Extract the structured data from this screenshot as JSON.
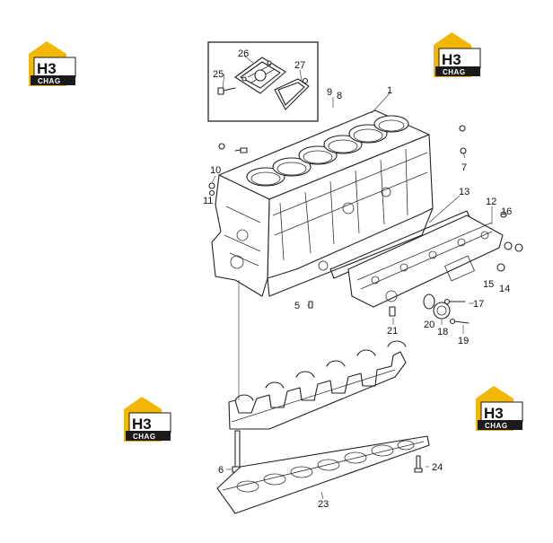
{
  "logo": {
    "letters": "H3",
    "subtitle": "CHAG",
    "accent_color": "#f2b705",
    "dark_color": "#1a1a1a"
  },
  "callouts": [
    "1",
    "5",
    "6",
    "7",
    "8",
    "9",
    "10",
    "11",
    "12",
    "13",
    "14",
    "15",
    "16",
    "17",
    "18",
    "19",
    "20",
    "21",
    "23",
    "24",
    "25",
    "26",
    "27"
  ]
}
